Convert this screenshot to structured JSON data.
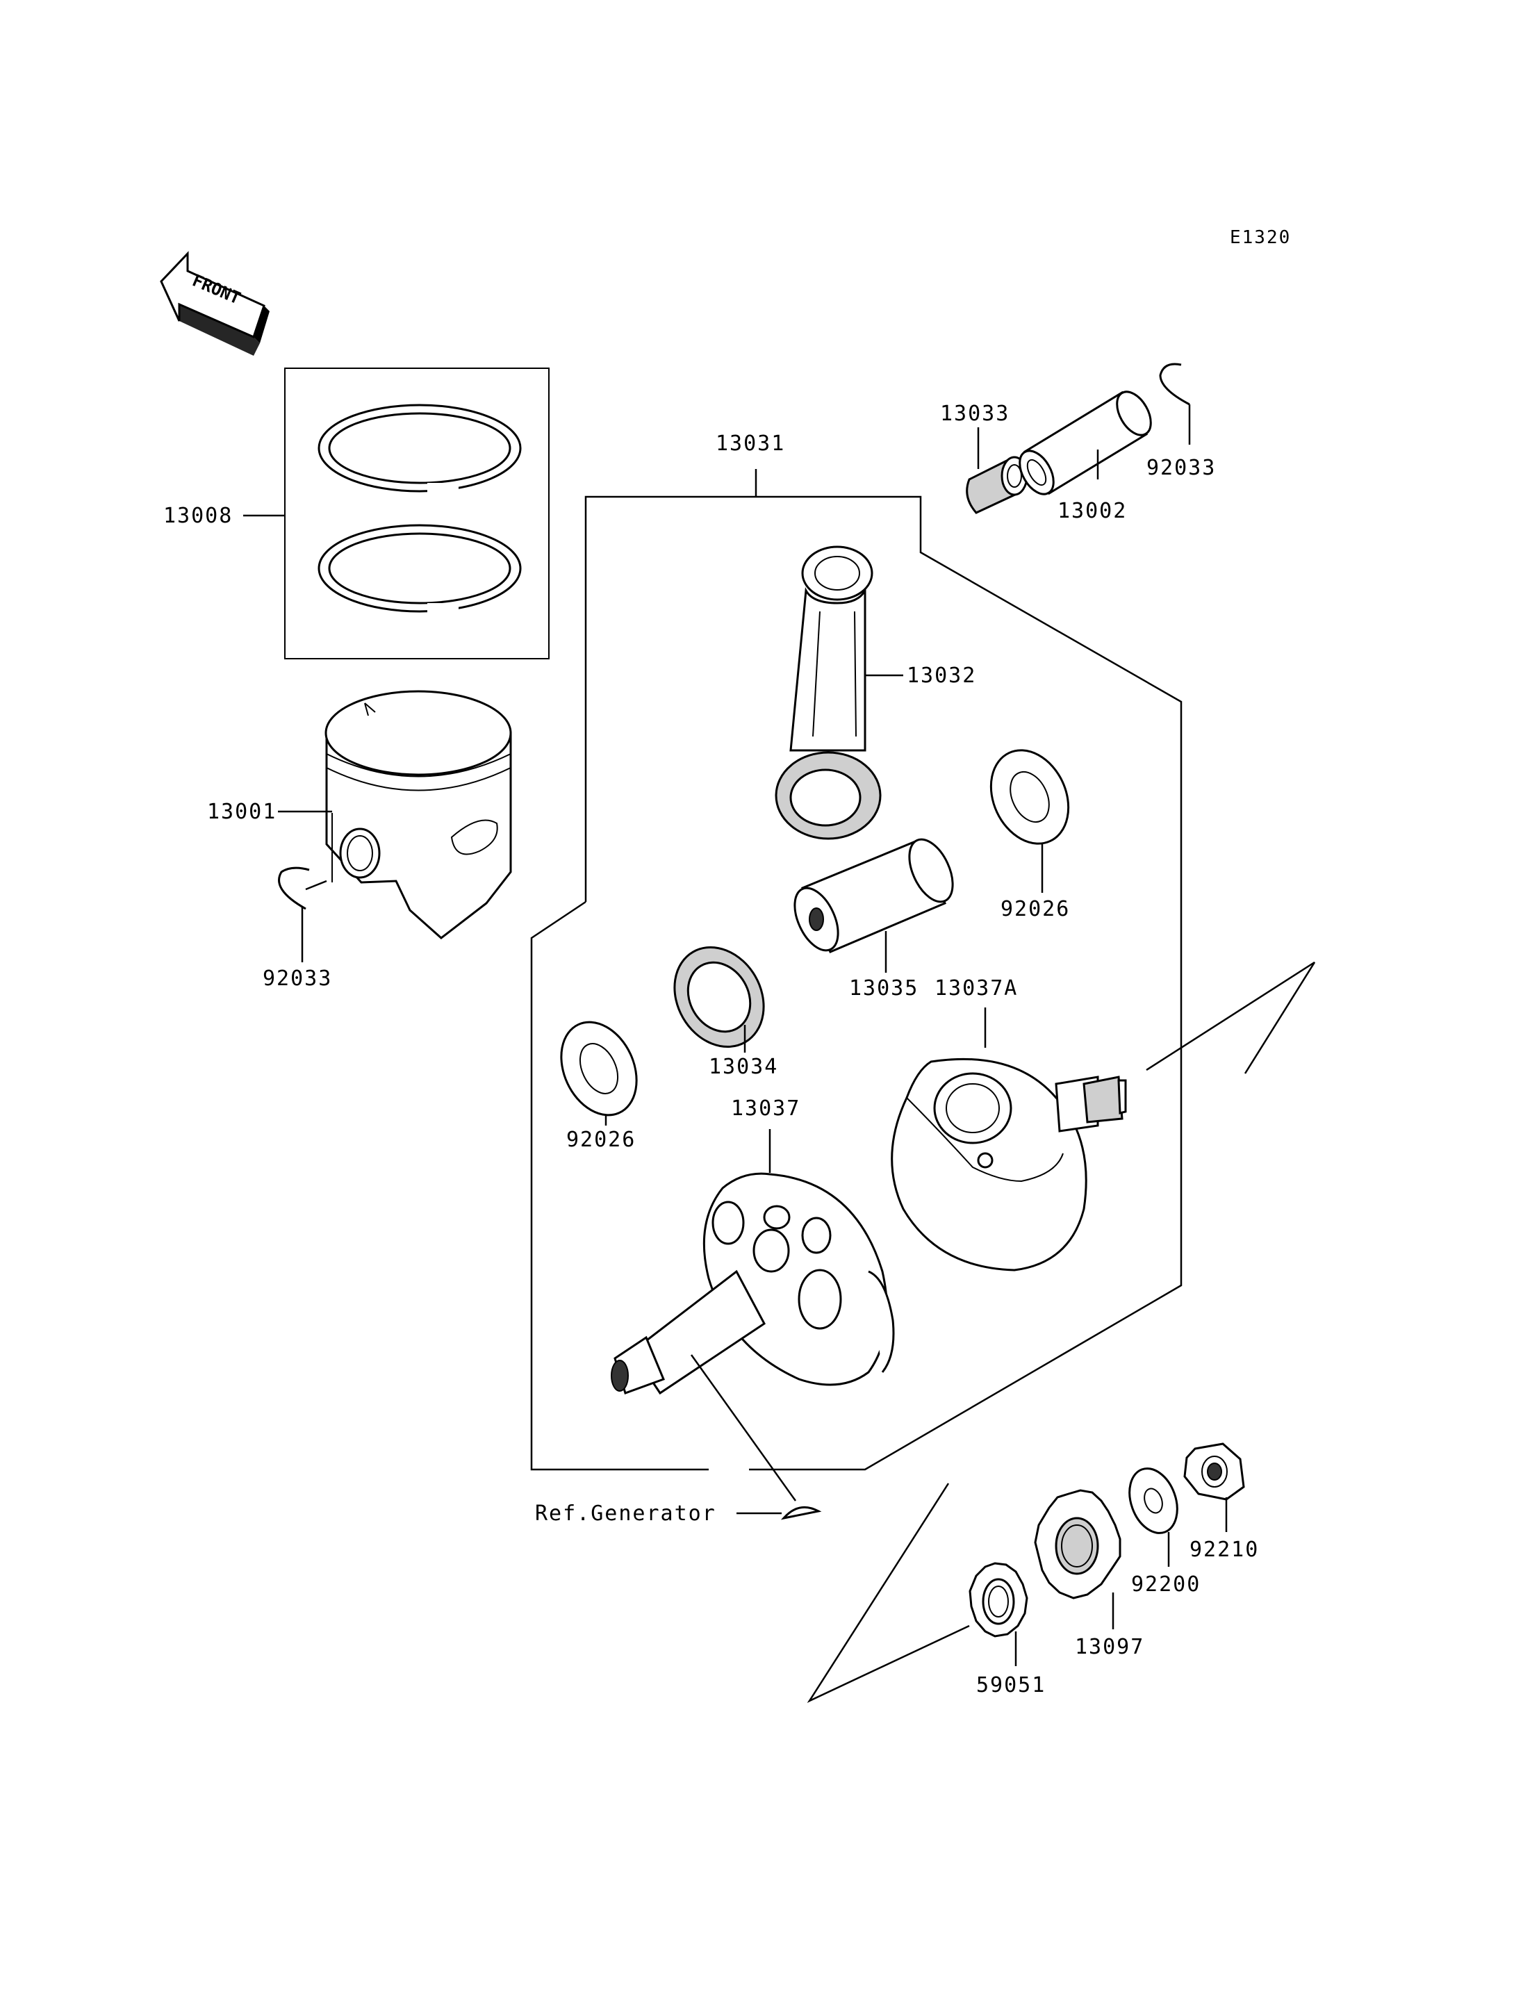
{
  "diagram_code": "E1320",
  "front_label": "FRONT",
  "parts": {
    "p13008": "13008",
    "p13001": "13001",
    "p92033_left": "92033",
    "p13031": "13031",
    "p13033": "13033",
    "p13002": "13002",
    "p92033_right": "92033",
    "p13032": "13032",
    "p92026_right": "92026",
    "p13035": "13035",
    "p13037A": "13037A",
    "p13034": "13034",
    "p92026_left": "92026",
    "p13037": "13037",
    "ref_generator": "Ref.Generator",
    "p92210": "92210",
    "p92200": "92200",
    "p13097": "13097",
    "p59051": "59051"
  }
}
